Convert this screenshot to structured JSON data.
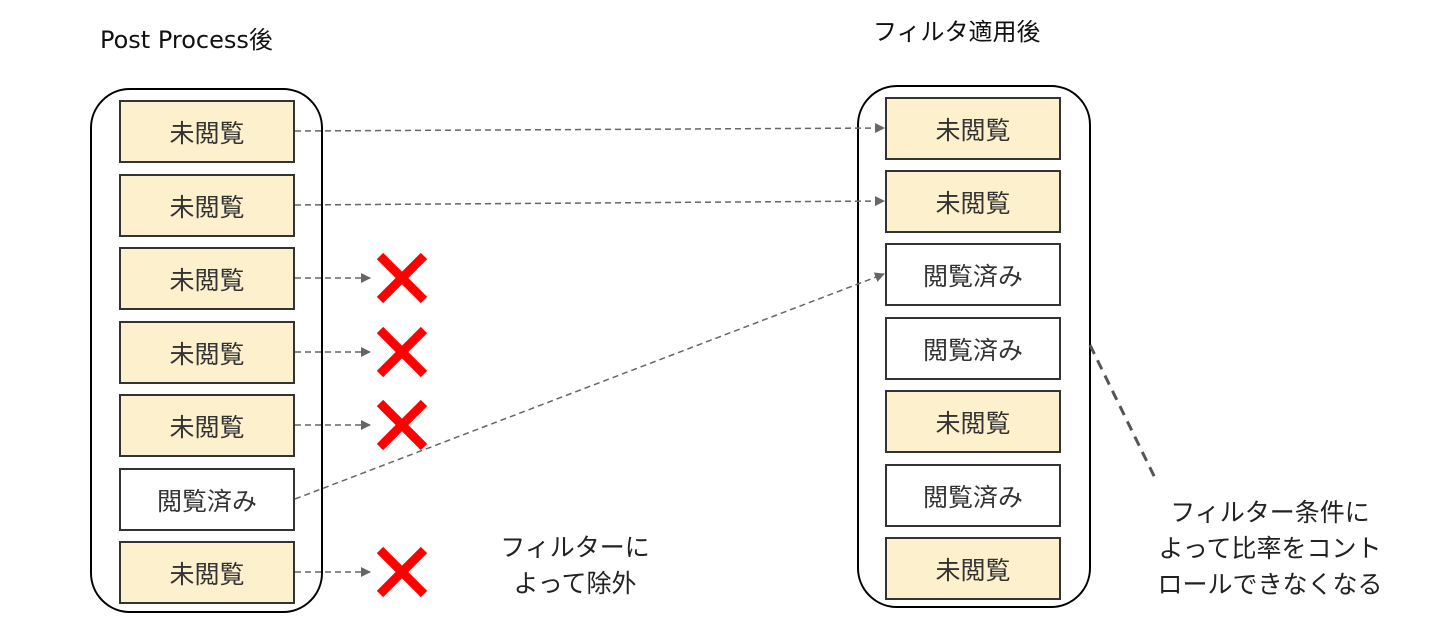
{
  "left": {
    "title": "Post Process後",
    "items": [
      {
        "label": "未閲覧",
        "status": "unread",
        "result": "kept"
      },
      {
        "label": "未閲覧",
        "status": "unread",
        "result": "kept"
      },
      {
        "label": "未閲覧",
        "status": "unread",
        "result": "excluded"
      },
      {
        "label": "未閲覧",
        "status": "unread",
        "result": "excluded"
      },
      {
        "label": "未閲覧",
        "status": "unread",
        "result": "excluded"
      },
      {
        "label": "閲覧済み",
        "status": "read",
        "result": "kept"
      },
      {
        "label": "未閲覧",
        "status": "unread",
        "result": "excluded"
      }
    ]
  },
  "right": {
    "title": "フィルタ適用後",
    "items": [
      {
        "label": "未閲覧",
        "status": "unread"
      },
      {
        "label": "未閲覧",
        "status": "unread"
      },
      {
        "label": "閲覧済み",
        "status": "read"
      },
      {
        "label": "閲覧済み",
        "status": "read"
      },
      {
        "label": "未閲覧",
        "status": "unread"
      },
      {
        "label": "閲覧済み",
        "status": "read"
      },
      {
        "label": "未閲覧",
        "status": "unread"
      }
    ]
  },
  "notes": {
    "excluded": "フィルターに\nよって除外",
    "ratio": "フィルター条件に\nよって比率をコント\nロールできなくなる"
  },
  "colors": {
    "unread": "#fdf0cc",
    "read": "#ffffff",
    "cross": "#ff0000",
    "arrow": "#666666"
  }
}
